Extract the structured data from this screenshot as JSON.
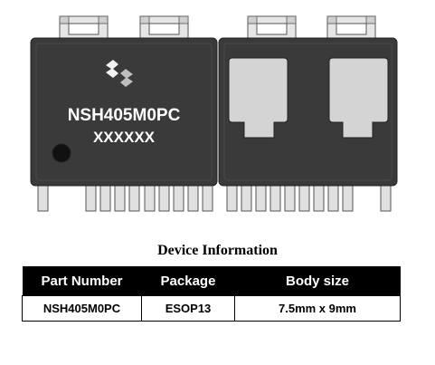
{
  "front_view": {
    "part_marking": "NSH405M0PC",
    "lot_marking": "XXXXXX",
    "logo": "novosense-logo-icon"
  },
  "bottom_view": {},
  "device_info": {
    "title": "Device Information",
    "headers": [
      "Part Number",
      "Package",
      "Body size"
    ],
    "row": [
      "NSH405M0PC",
      "ESOP13",
      "7.5mm x 9mm"
    ]
  },
  "colors": {
    "body": "#3a3a3a",
    "leads": "#e0e0e0",
    "pads": "#d4d4d4",
    "header_bg": "#000000"
  }
}
